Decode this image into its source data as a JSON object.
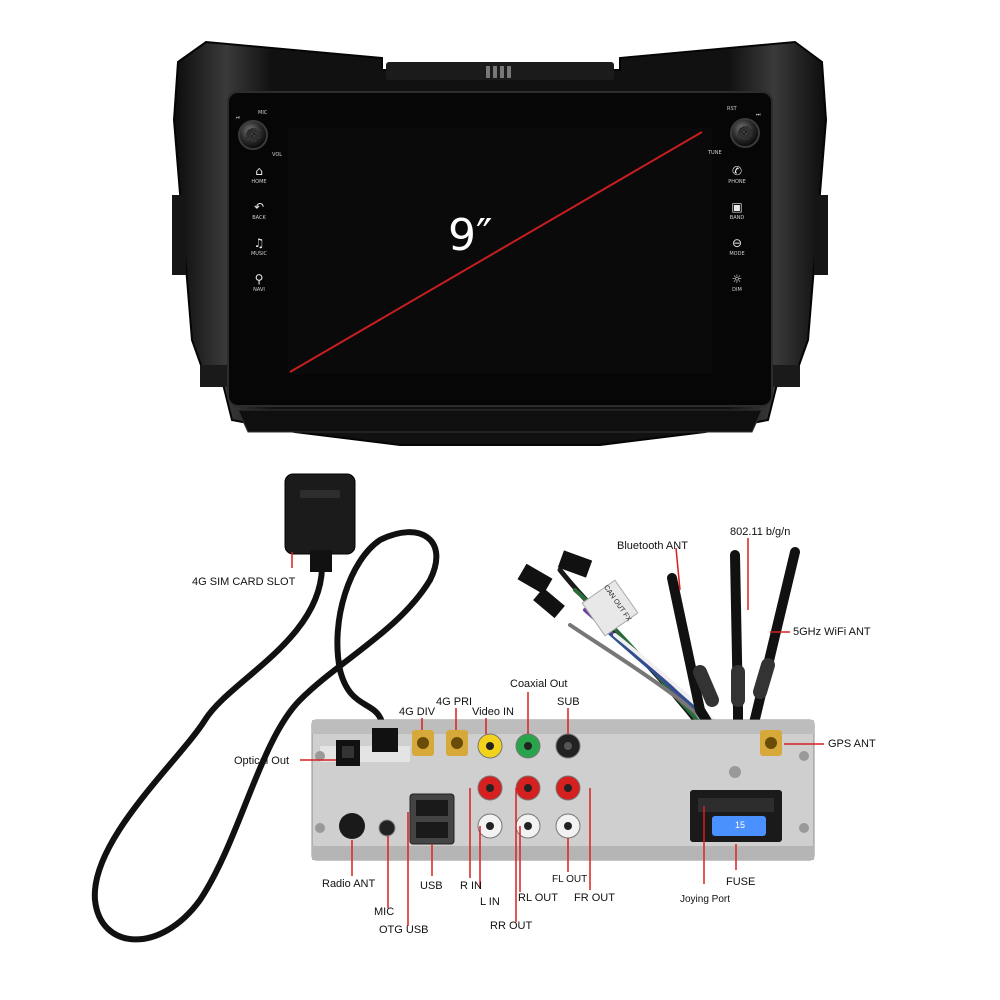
{
  "screen": {
    "size_label": "9″",
    "left_panel": {
      "knob_top_label": "MIC",
      "knob_left_label": "⏯",
      "knob_bottom_label": "VOL",
      "buttons": [
        {
          "label": "HOME",
          "icon": "home-icon"
        },
        {
          "label": "BACK",
          "icon": "back-icon"
        },
        {
          "label": "MUSIC",
          "icon": "music-icon"
        },
        {
          "label": "NAVI",
          "icon": "navi-icon"
        }
      ]
    },
    "right_panel": {
      "knob_top_label": "RST",
      "knob_right_label": "⏭",
      "knob_bottom_label": "TUNE",
      "buttons": [
        {
          "label": "PHONE",
          "icon": "phone-icon"
        },
        {
          "label": "BAND",
          "icon": "band-icon"
        },
        {
          "label": "MODE",
          "icon": "mode-icon"
        },
        {
          "label": "DIM",
          "icon": "dim-icon"
        }
      ]
    }
  },
  "colors": {
    "diagonal_line": "#c81e1e",
    "callout_line": "#d62020",
    "chassis": "#cfcfcf",
    "screen": "#0a0a0a"
  },
  "callouts": {
    "sim_slot": "4G SIM CARD SLOT",
    "bluetooth_ant": "Bluetooth ANT",
    "wifi_80211": "802.11 b/g/n",
    "wifi_5ghz": "5GHz WiFi ANT",
    "coaxial_out": "Coaxial Out",
    "g4_pri": "4G PRI",
    "g4_div": "4G DIV",
    "video_in": "Video IN",
    "sub": "SUB",
    "optical_out": "Optical Out",
    "gps_ant": "GPS ANT",
    "radio_ant": "Radio ANT",
    "usb": "USB",
    "r_in": "R IN",
    "l_in": "L IN",
    "rl_out": "RL OUT",
    "fl_out": "FL OUT",
    "fr_out": "FR OUT",
    "fuse": "FUSE",
    "joying_port": "Joying Port",
    "mic": "MIC",
    "otg_usb": "OTG USB",
    "rr_out": "RR OUT"
  },
  "harness_tag": "CAN OUT FX",
  "fuse_value": "15"
}
